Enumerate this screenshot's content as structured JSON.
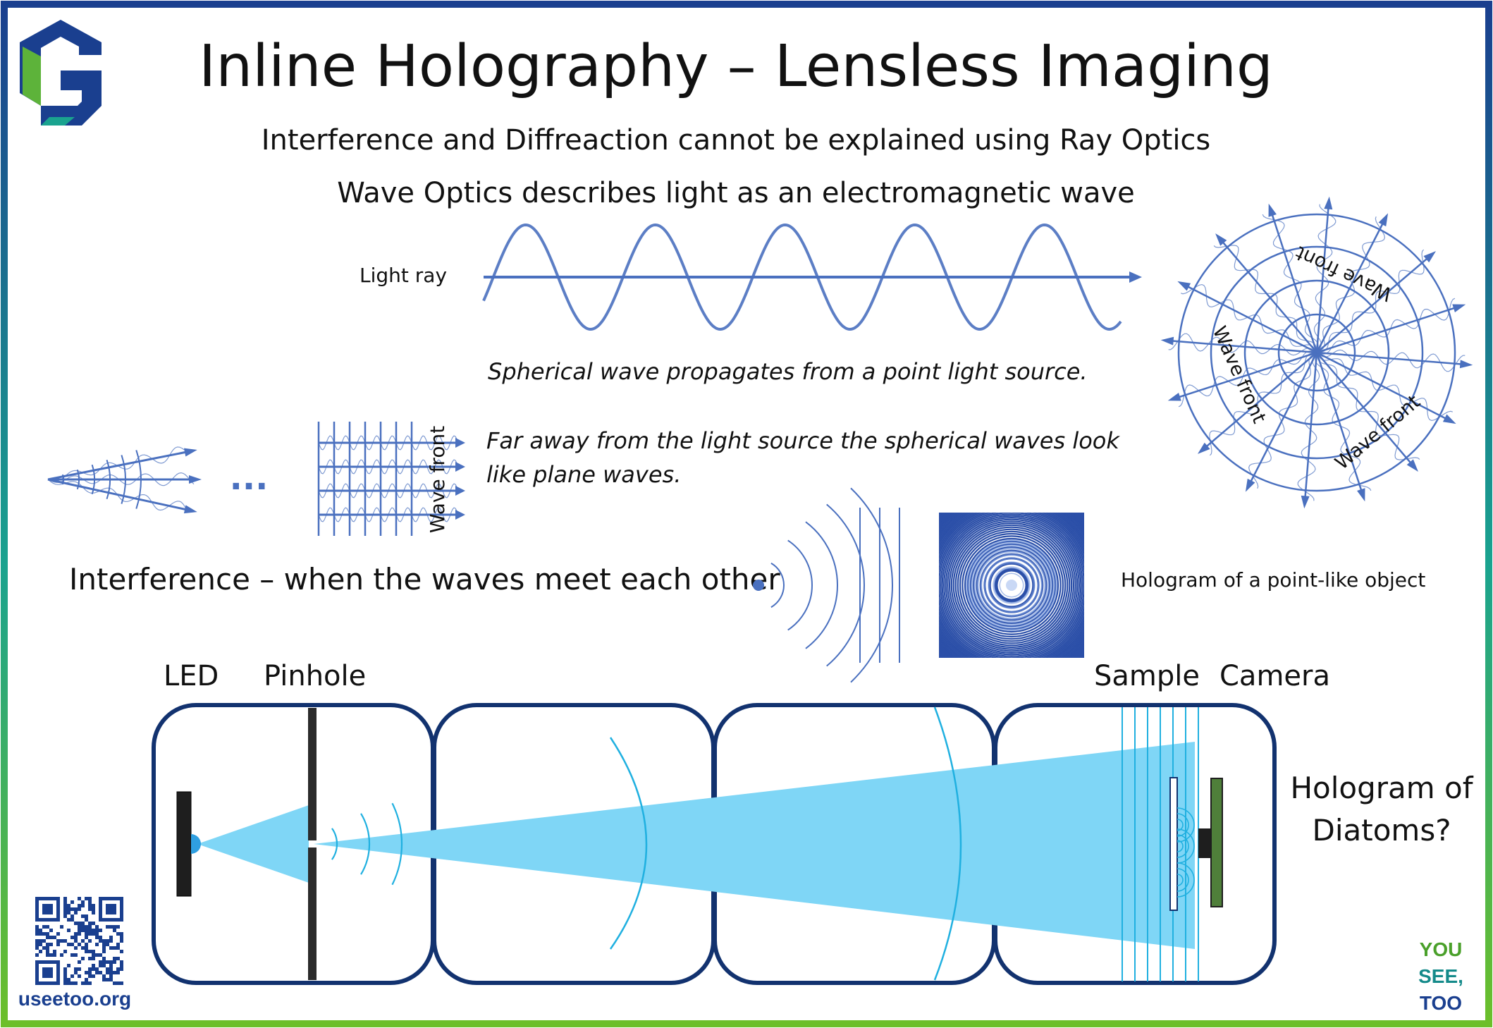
{
  "title": "Inline Holography – Lensless Imaging",
  "subtitle1": "Interference and Diffreaction cannot be explained using Ray Optics",
  "subtitle2": "Wave Optics describes light as an electromagnetic wave",
  "light_ray_label": "Light ray",
  "spherical_caption": "Spherical wave propagates from a point light source.",
  "far_caption_line1": "Far away from the light source the spherical waves look",
  "far_caption_line2": "like plane waves.",
  "ellipsis": "...",
  "wave_front_label": "Wave front",
  "interference_heading": "Interference – when the waves meet each other",
  "hologram_point_label": "Hologram of a point-like object",
  "setup_labels": {
    "led": "LED",
    "pinhole": "Pinhole",
    "sample": "Sample",
    "camera": "Camera"
  },
  "question_line1": "Hologram of",
  "question_line2": "Diatoms?",
  "website": "useetoo.org",
  "brand_line1": "YOU",
  "brand_line2": "SEE,",
  "brand_line3": "TOO",
  "colors": {
    "frame_blue": "#1a3f8f",
    "frame_green": "#5db33a",
    "wave_blue": "#4a70bf",
    "light_cyan": "#7fd6f6",
    "box_navy": "#12326f",
    "camera_green": "#4f7f3a",
    "brand_green": "#4aa02a",
    "brand_teal": "#148a8a",
    "brand_navy": "#1a3f8f"
  }
}
